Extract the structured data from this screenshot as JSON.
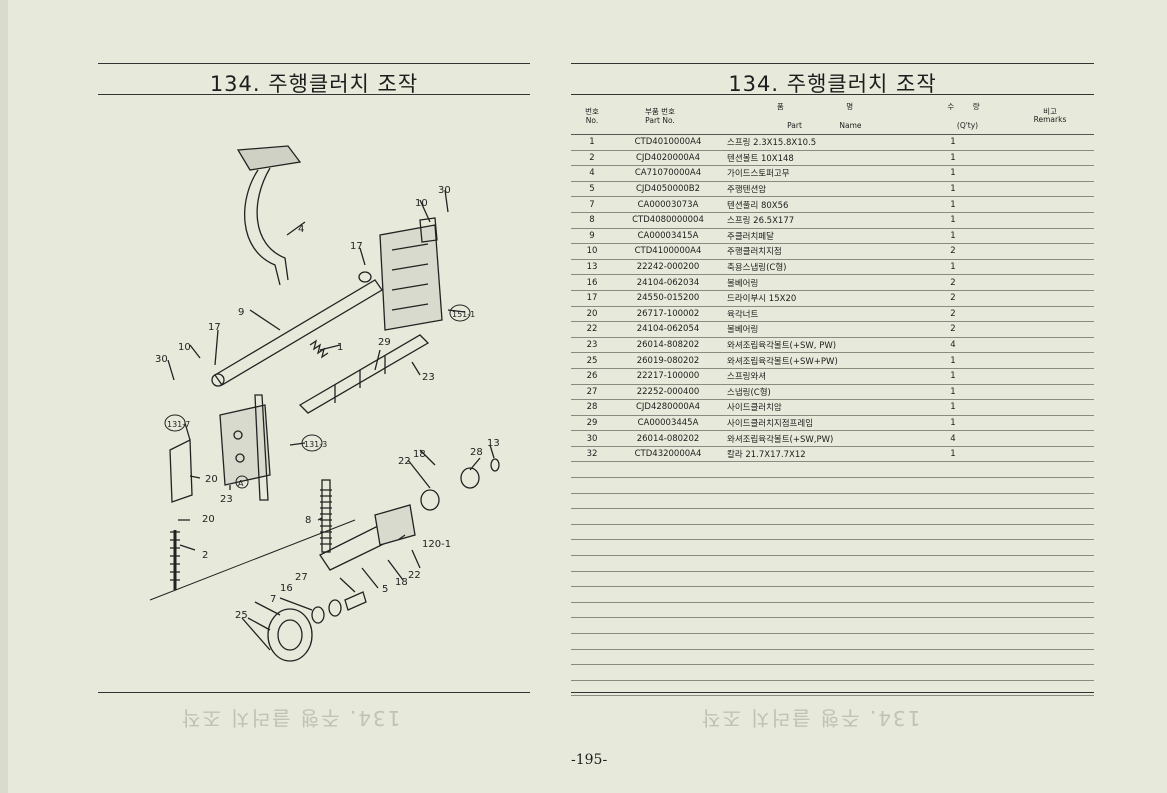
{
  "left_page": {
    "title": "134. 주행클러치 조작",
    "callouts": [
      "30",
      "10",
      "4",
      "17",
      "151-1",
      "9",
      "17",
      "10",
      "30",
      "1",
      "29",
      "23",
      "131-7",
      "131-3",
      "A",
      "20",
      "23",
      "20",
      "2",
      "8",
      "22",
      "18",
      "28",
      "13",
      "120-1",
      "27",
      "16",
      "7",
      "25",
      "5",
      "18",
      "22"
    ]
  },
  "right_page": {
    "title": "134. 주행클러치 조작",
    "header": {
      "no_ko": "번호",
      "no_en": "No.",
      "part_ko": "부품 번호",
      "part_en": "Part No.",
      "name_ko": "품 명",
      "name_en1": "Part",
      "name_en2": "Name",
      "qty_ko": "수 량",
      "qty_en": "(Q'ty)",
      "rem_ko": "비고",
      "rem_en": "Remarks"
    },
    "rows": [
      {
        "no": "1",
        "part": "CTD4010000A4",
        "name": "스프링 2.3X15.8X10.5",
        "qty": "1"
      },
      {
        "no": "2",
        "part": "CJD4020000A4",
        "name": "텐션볼트 10X148",
        "qty": "1"
      },
      {
        "no": "4",
        "part": "CA71070000A4",
        "name": "가이드스토퍼고무",
        "qty": "1"
      },
      {
        "no": "5",
        "part": "CJD4050000B2",
        "name": "주행텐션암",
        "qty": "1"
      },
      {
        "no": "7",
        "part": "CA00003073A",
        "name": "텐션풀리 80X56",
        "qty": "1"
      },
      {
        "no": "8",
        "part": "CTD4080000004",
        "name": "스프링 26.5X177",
        "qty": "1"
      },
      {
        "no": "9",
        "part": "CA00003415A",
        "name": "주클러치페달",
        "qty": "1"
      },
      {
        "no": "10",
        "part": "CTD4100000A4",
        "name": "주행클러치지점",
        "qty": "2"
      },
      {
        "no": "13",
        "part": "22242-000200",
        "name": "축용스냅링(C형)",
        "qty": "1"
      },
      {
        "no": "16",
        "part": "24104-062034",
        "name": "볼베어링",
        "qty": "2"
      },
      {
        "no": "17",
        "part": "24550-015200",
        "name": "드라이부시 15X20",
        "qty": "2"
      },
      {
        "no": "20",
        "part": "26717-100002",
        "name": "육각너트",
        "qty": "2"
      },
      {
        "no": "22",
        "part": "24104-062054",
        "name": "볼베어링",
        "qty": "2"
      },
      {
        "no": "23",
        "part": "26014-808202",
        "name": "와셔조립육각볼트(+SW, PW)",
        "qty": "4"
      },
      {
        "no": "25",
        "part": "26019-080202",
        "name": "와셔조립육각볼트(+SW+PW)",
        "qty": "1"
      },
      {
        "no": "26",
        "part": "22217-100000",
        "name": "스프링와셔",
        "qty": "1"
      },
      {
        "no": "27",
        "part": "22252-000400",
        "name": "스냅링(C형)",
        "qty": "1"
      },
      {
        "no": "28",
        "part": "CJD4280000A4",
        "name": "사이드클러치암",
        "qty": "1"
      },
      {
        "no": "29",
        "part": "CA00003445A",
        "name": "사이드클러치지점프레임",
        "qty": "1"
      },
      {
        "no": "30",
        "part": "26014-080202",
        "name": "와셔조립육각볼트(+SW,PW)",
        "qty": "4"
      },
      {
        "no": "32",
        "part": "CTD4320000A4",
        "name": "칼라 21.7X17.7X12",
        "qty": "1"
      }
    ],
    "empty_rows": 15,
    "page_number": "-195-"
  },
  "bleed_through": {
    "left": "134. 주행 클러치 조작",
    "right": "134. 주행 클러치 조작"
  }
}
